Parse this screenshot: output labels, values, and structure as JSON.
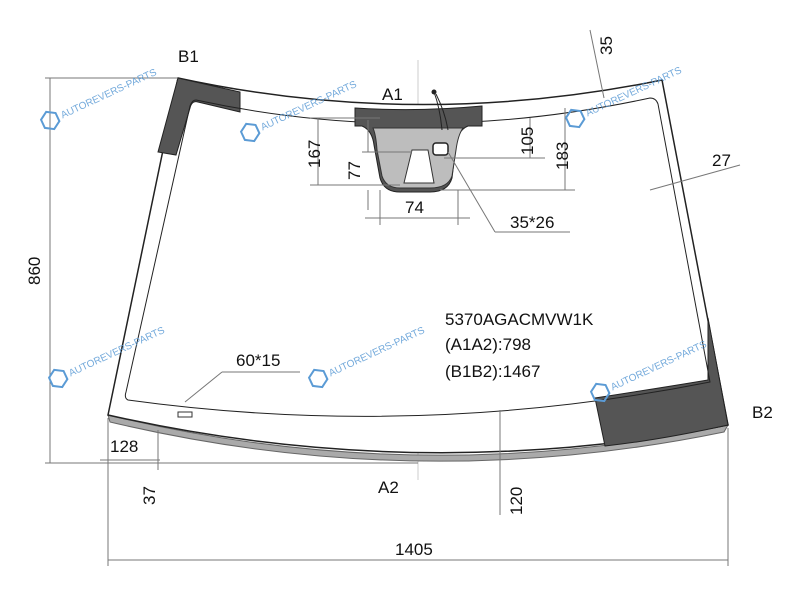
{
  "diagram": {
    "part_code": "5370AGACMVW1K",
    "a1a2": "(A1A2):798",
    "b1b2": "(B1B2):1467",
    "points": {
      "b1": "B1",
      "b2": "B2",
      "a1": "A1",
      "a2": "A2"
    },
    "dimensions": {
      "total_height": "860",
      "total_width": "1405",
      "top_band": "35",
      "side_band": "27",
      "sensor_167": "167",
      "sensor_77": "77",
      "sensor_105": "105",
      "sensor_183": "183",
      "sensor_width": "74",
      "sensor_window": "35*26",
      "vin_window": "60*15",
      "left_offset": "128",
      "bottom_37": "37",
      "bottom_band": "120"
    },
    "watermark": "AUTOREVERS-PARTS",
    "colors": {
      "frit": "#555555",
      "sensor_area": "#bdbdbd",
      "edge_strip": "#aaaaaa",
      "watermark": "#5b9bd5"
    }
  }
}
